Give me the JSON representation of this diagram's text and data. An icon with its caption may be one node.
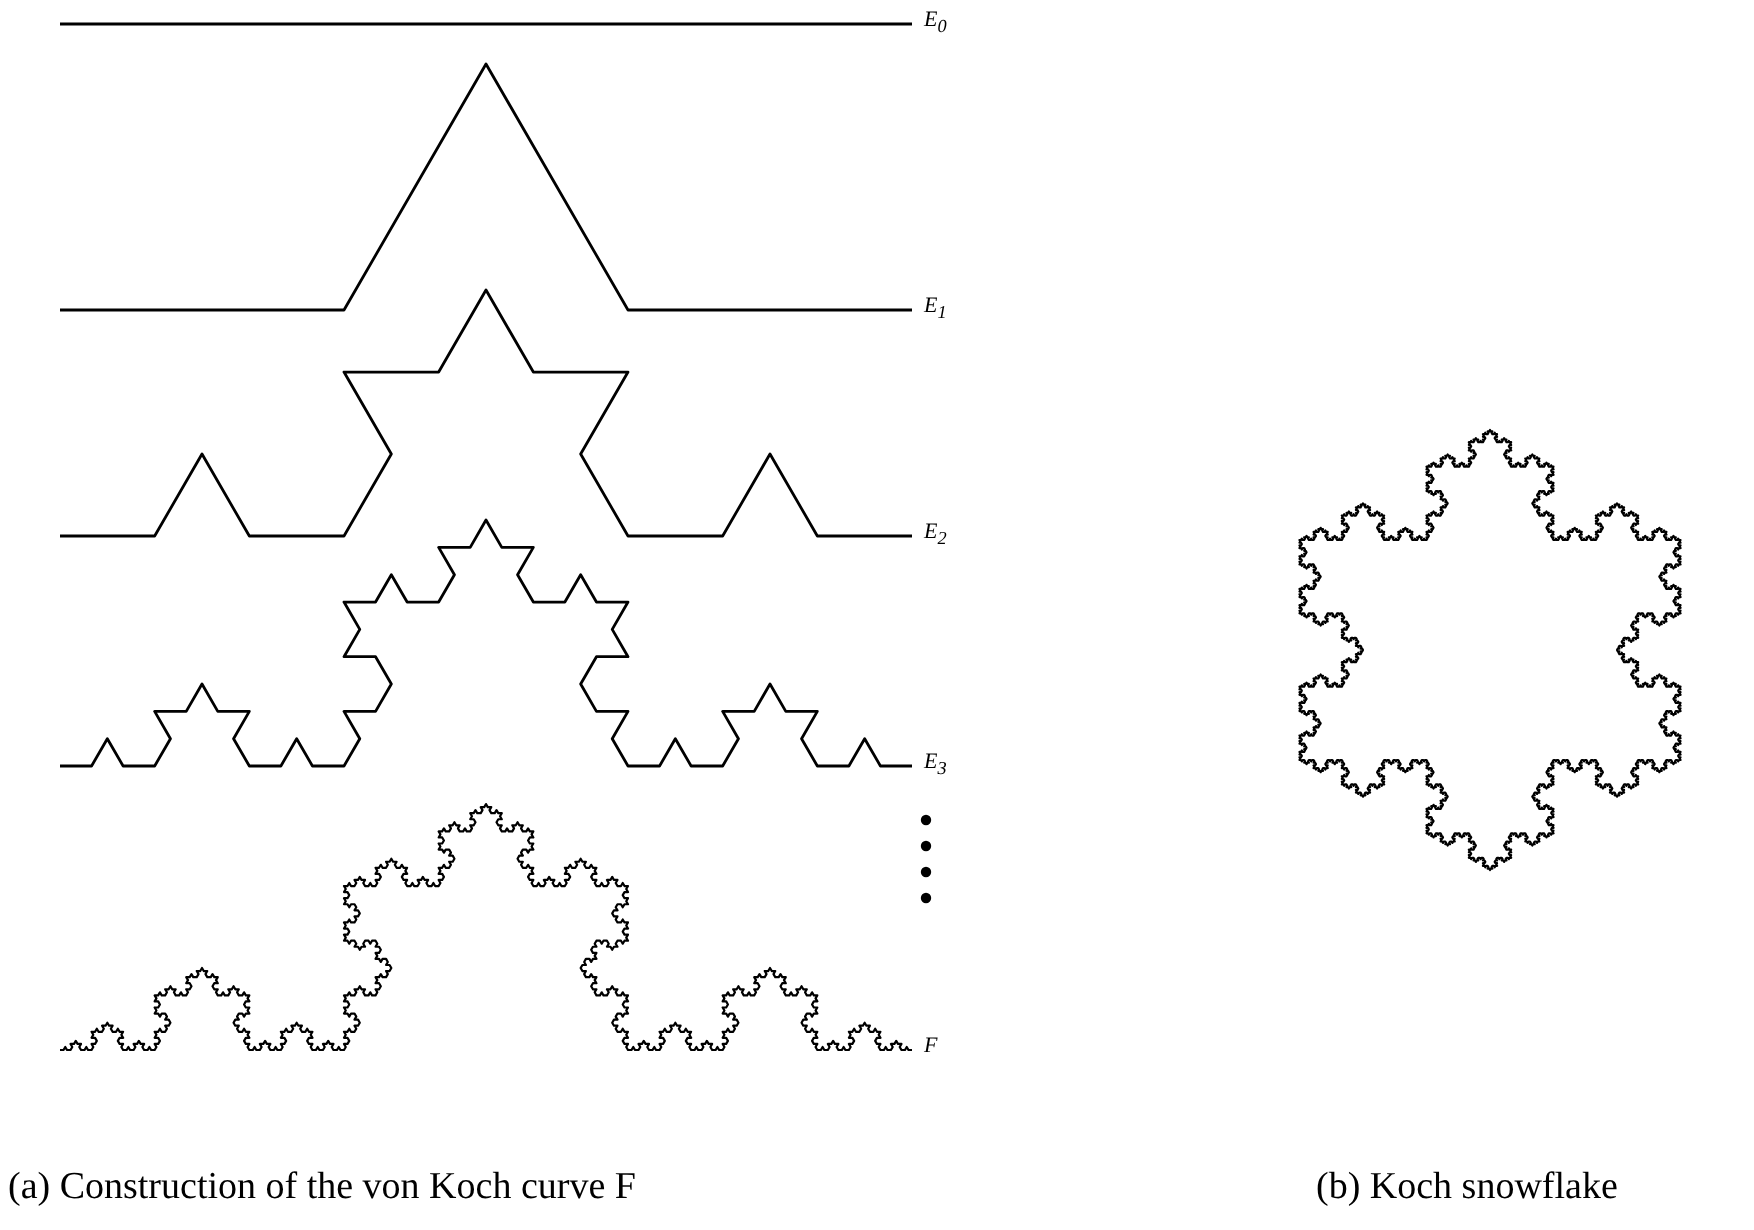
{
  "diagram": {
    "labels": [
      "E$_{0}$",
      "E$_{1}$",
      "E$_{2}$",
      "E$_{3}$",
      "F",
      "(a) Construction of the von Koch curve F",
      "(b) Koch snowflake"
    ]
  }
}
